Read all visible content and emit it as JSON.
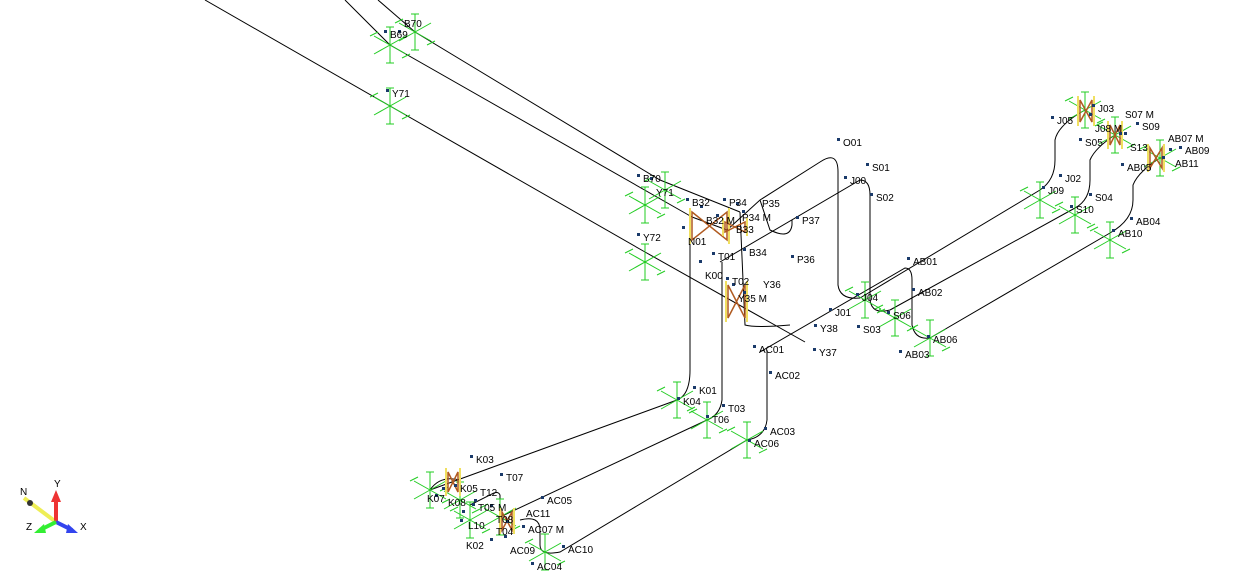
{
  "viewport": {
    "colors": {
      "background": "#ffffff",
      "pipe": "#000000",
      "support": "#22cc22",
      "node": "#1a3a6a",
      "valve": "#b05a20",
      "flange": "#f0e060"
    },
    "node_labels": [
      "B69",
      "B70",
      "Y71",
      "B70",
      "Y71",
      "B32",
      "B32 M",
      "P34",
      "P34 M",
      "B33",
      "P35",
      "N01",
      "P37",
      "B34",
      "P36",
      "Y72",
      "T01",
      "K00",
      "T02",
      "Y35 M",
      "Y36",
      "O01",
      "S01",
      "J00",
      "S02",
      "AB01",
      "AB02",
      "J04",
      "S06",
      "J01",
      "S03",
      "AB06",
      "AB03",
      "Y38",
      "Y37",
      "AC01",
      "AC02",
      "K01",
      "K04",
      "T03",
      "T06",
      "AC03",
      "AC06",
      "K03",
      "T07",
      "K05",
      "K08",
      "K07",
      "T05 M",
      "T12",
      "L10",
      "K02",
      "AC05",
      "T08",
      "AC07 M",
      "AC11",
      "AC09",
      "T04",
      "AC10",
      "AC04",
      "J05",
      "J03",
      "J08 M",
      "S09",
      "S13",
      "S07 M",
      "AB09",
      "AB11",
      "AB07 M",
      "AB05",
      "S05",
      "J02",
      "J09",
      "S04",
      "S10",
      "AB04",
      "AB10"
    ]
  },
  "axis_triad": {
    "labels": {
      "x": "X",
      "y": "Y",
      "z": "Z",
      "north": "N"
    },
    "colors": {
      "x": "#3344ee",
      "y": "#ee3333",
      "z": "#33ee33",
      "north": "#eeee55"
    }
  }
}
